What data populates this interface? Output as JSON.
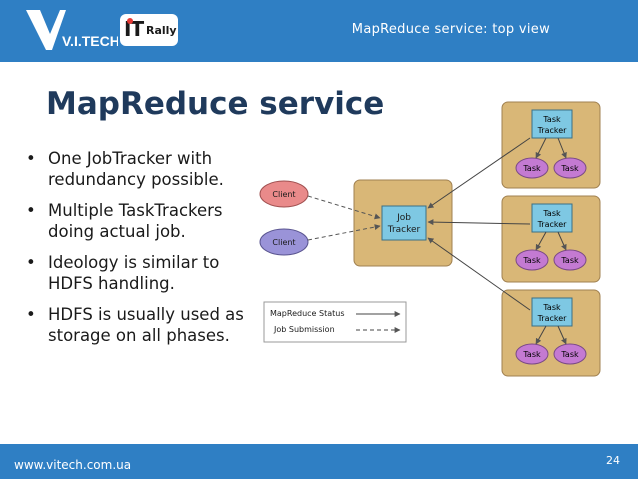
{
  "header": {
    "title": "MapReduce service: top view",
    "logo_vitech": "V.I.TECH",
    "logo_itrally_it": "IT",
    "logo_itrally_rally": "Rally"
  },
  "slide": {
    "title": "MapReduce service",
    "bullets": [
      "One JobTracker with redundancy possible.",
      "Multiple TaskTrackers doing actual job.",
      "Ideology is similar to HDFS handling.",
      "HDFS is usually used as storage on all phases."
    ],
    "bullet_marker": "•"
  },
  "diagram": {
    "client_label": "Client",
    "job_tracker_label_1": "Job",
    "job_tracker_label_2": "Tracker",
    "task_tracker_label_1": "Task",
    "task_tracker_label_2": "Tracker",
    "task_label": "Task",
    "legend_status": "MapReduce Status",
    "legend_submission": "Job Submission"
  },
  "footer": {
    "url": "www.vitech.com.ua",
    "page_number": "24"
  },
  "colors": {
    "header_bg": "#2f7fc4",
    "title": "#1f3a5c",
    "box_fill": "#d9b777",
    "node_fill": "#7ec8e3",
    "client_pink": "#e98a8a",
    "client_purple": "#9a93d8",
    "task_fill": "#c47ad2"
  }
}
